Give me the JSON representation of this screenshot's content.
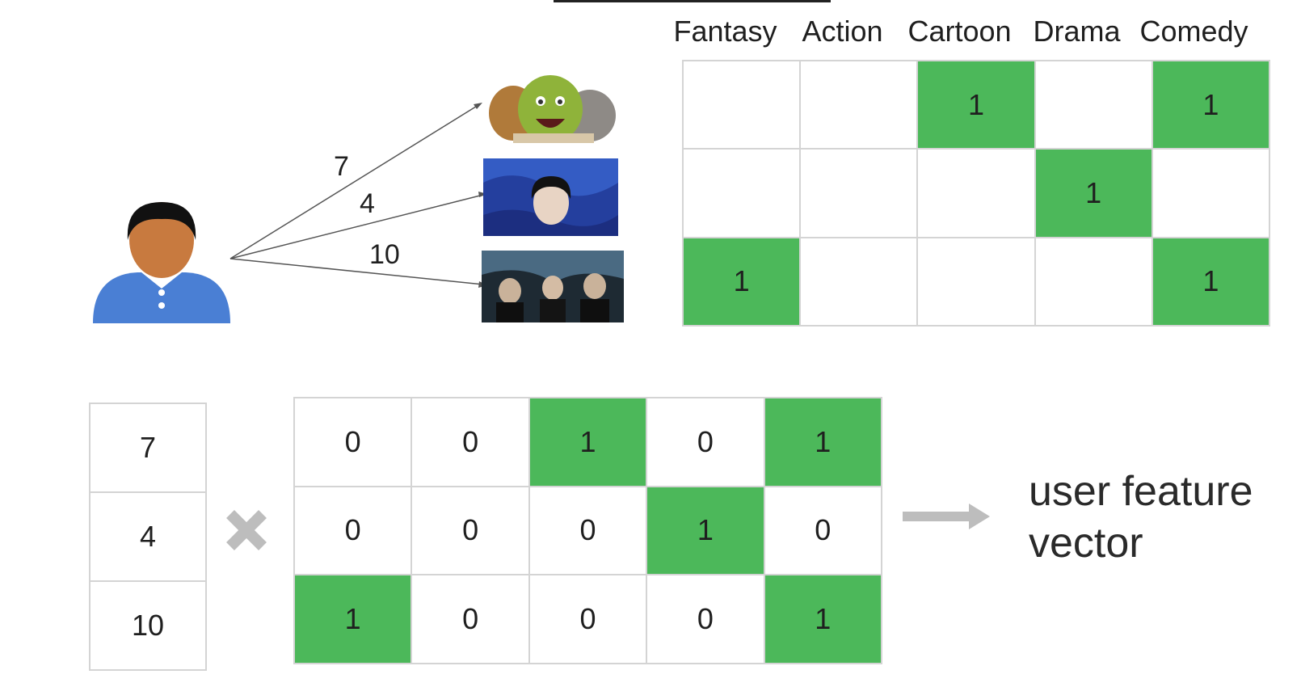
{
  "genres": [
    "Fantasy",
    "Action",
    "Cartoon",
    "Drama",
    "Comedy"
  ],
  "ratings": [
    "7",
    "4",
    "10"
  ],
  "top_matrix": [
    [
      "",
      "",
      "1",
      "",
      "1"
    ],
    [
      "",
      "",
      "",
      "1",
      ""
    ],
    [
      "1",
      "",
      "",
      "",
      "1"
    ]
  ],
  "bottom_matrix": [
    [
      "0",
      "0",
      "1",
      "0",
      "1"
    ],
    [
      "0",
      "0",
      "0",
      "1",
      "0"
    ],
    [
      "1",
      "0",
      "0",
      "0",
      "1"
    ]
  ],
  "result_label": {
    "line1": "user feature",
    "line2": "vector"
  },
  "colors": {
    "highlight": "#4cb85a",
    "grid": "#d4d4d4",
    "operator": "#bdbdbd",
    "avatar_shirt": "#4a7fd4",
    "avatar_skin": "#c87a3f"
  },
  "icons": {
    "operator": "multiply-icon",
    "result_arrow": "right-arrow-icon",
    "user": "user-avatar-icon"
  }
}
